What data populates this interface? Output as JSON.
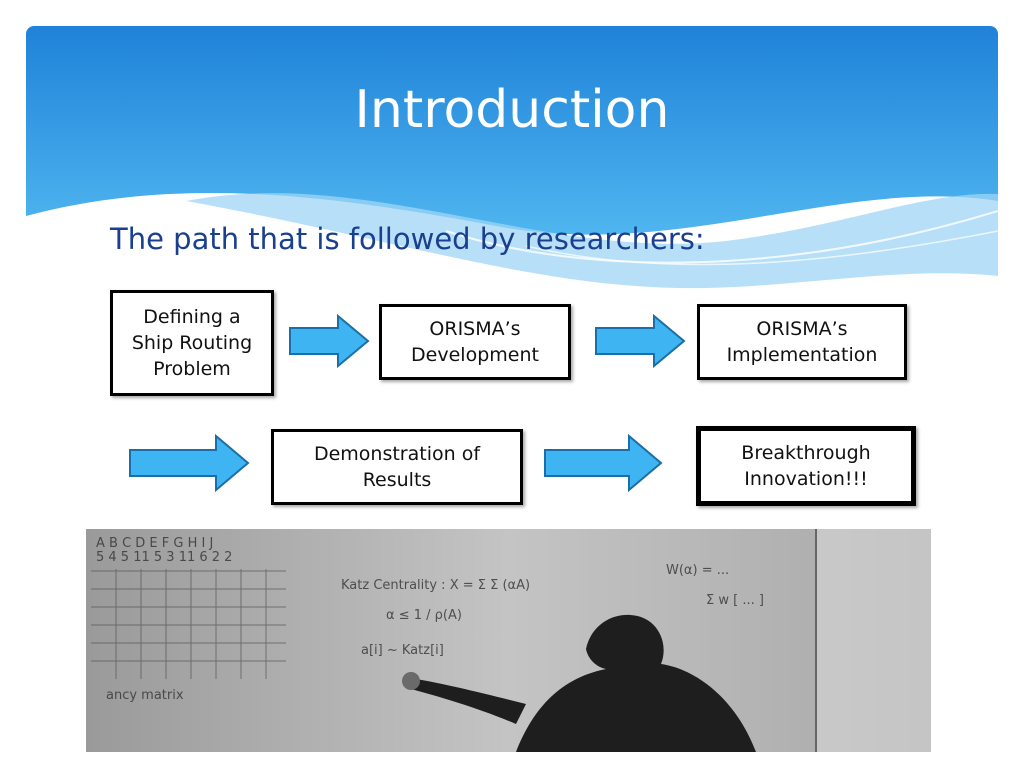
{
  "slide": {
    "title": "Introduction",
    "subtitle": "The path that is followed by researchers:"
  },
  "steps": [
    {
      "label": "Defining a\nShip Routing\nProblem"
    },
    {
      "label": "ORISMA’s\nDevelopment"
    },
    {
      "label": "ORISMA’s\nImplementation"
    },
    {
      "label": "Demonstration of\nResults"
    },
    {
      "label": "Breakthrough\nInnovation!!!"
    }
  ],
  "colors": {
    "header_blue": "#2a8fdf",
    "arrow_fill": "#3fb4f2",
    "title_text": "#1a3f8f"
  },
  "photo": {
    "description_icon": "whiteboard-photo-icon"
  }
}
